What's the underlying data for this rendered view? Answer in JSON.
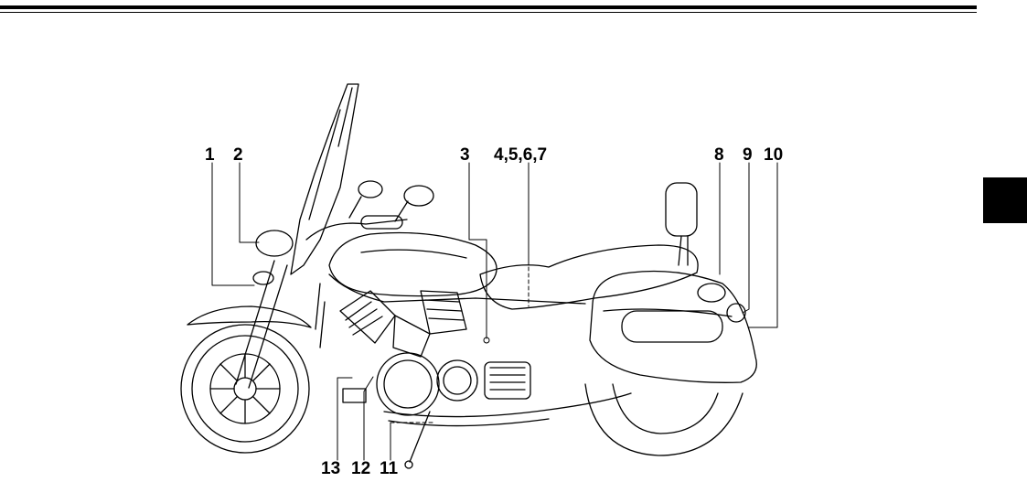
{
  "callouts": {
    "c1": "1",
    "c2": "2",
    "c3": "3",
    "c4": "4,5,6,7",
    "c8": "8",
    "c9": "9",
    "c10": "10",
    "c11": "11",
    "c12": "12",
    "c13": "13"
  },
  "colors": {
    "ink": "#000000",
    "paper": "#ffffff"
  }
}
